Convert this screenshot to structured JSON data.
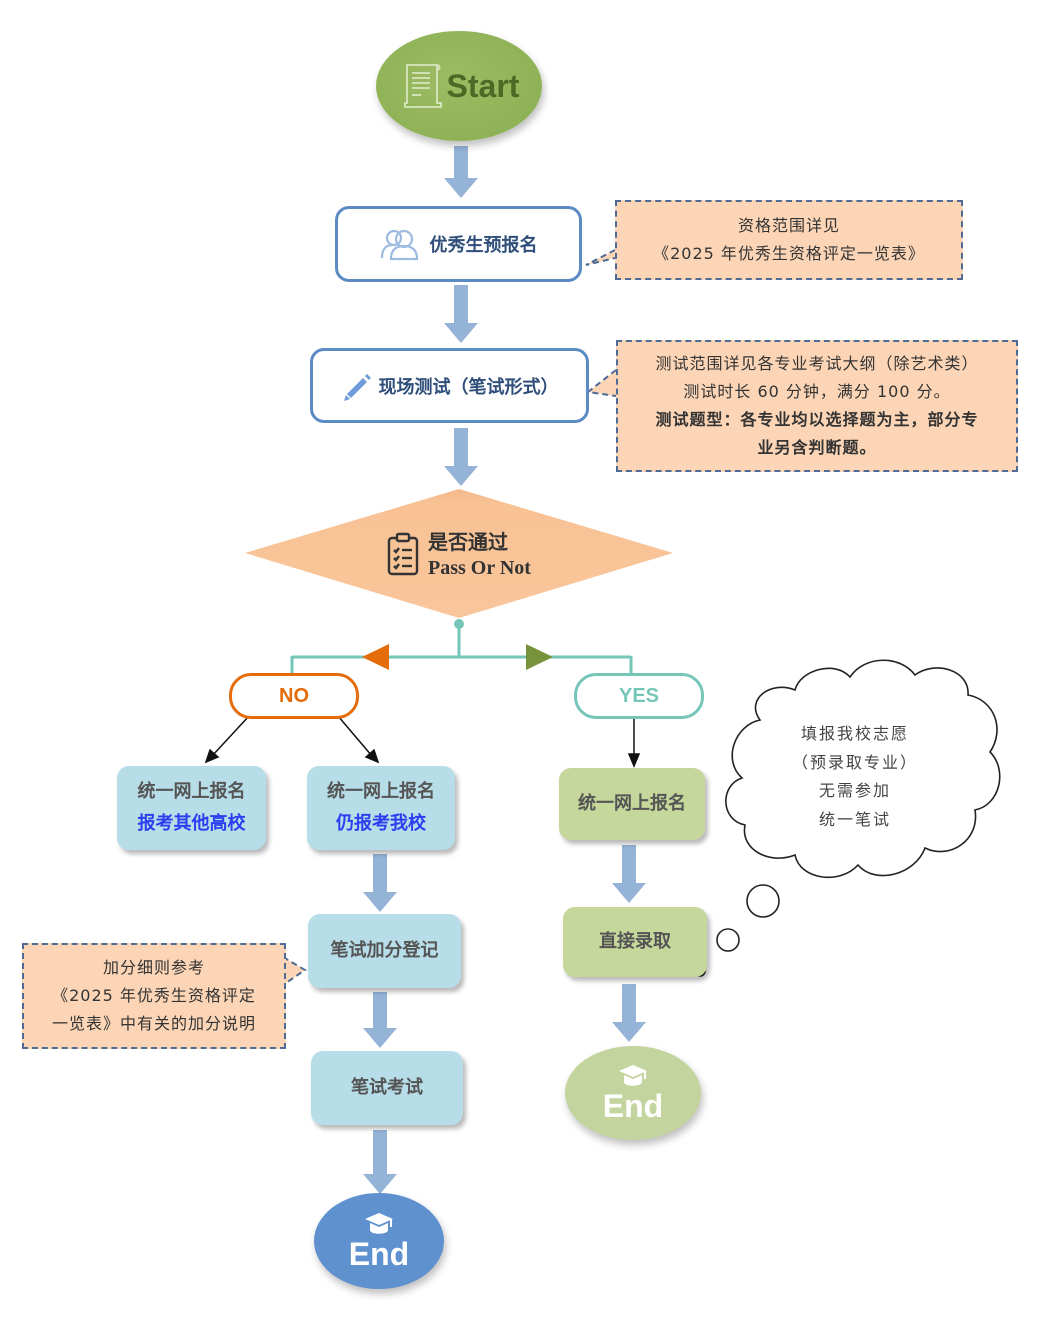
{
  "start": {
    "label": "Start",
    "icon": "scroll-document-icon"
  },
  "step_preregister": {
    "label": "优秀生预报名",
    "icon": "users-icon"
  },
  "note_preregister": {
    "lines": [
      "资格范围详见",
      "《2025 年优秀生资格评定一览表》"
    ]
  },
  "step_test": {
    "label": "现场测试（笔试形式）",
    "icon": "pencil-icon"
  },
  "note_test": {
    "lines": [
      "测试范围详见各专业考试大纲（除艺术类）",
      "测试时长 60 分钟，满分 100 分。"
    ],
    "bold_lines": [
      "测试题型：各专业均以选择题为主，部分专",
      "业另含判断题。"
    ]
  },
  "decision": {
    "label_cn": "是否通过",
    "label_en": "Pass Or Not",
    "icon": "checklist-icon"
  },
  "branch_no": {
    "label": "NO"
  },
  "branch_yes": {
    "label": "YES"
  },
  "no_left": {
    "line1": "统一网上报名",
    "line2": "报考其他高校"
  },
  "no_right": {
    "line1": "统一网上报名",
    "line2": "仍报考我校"
  },
  "bonus_register": {
    "label": "笔试加分登记"
  },
  "note_bonus": {
    "lines": [
      "加分细则参考",
      "《2025 年优秀生资格评定",
      "一览表》中有关的加分说明"
    ]
  },
  "written_exam": {
    "label": "笔试考试"
  },
  "end_no": {
    "label": "End",
    "icon": "graduation-cap-icon"
  },
  "yes_register": {
    "label": "统一网上报名"
  },
  "yes_admit": {
    "label": "直接录取"
  },
  "end_yes": {
    "label": "End",
    "icon": "graduation-cap-icon"
  },
  "cloud_note": {
    "lines": [
      "填报我校志愿",
      "（预录取专业）",
      "无需参加",
      "统一笔试"
    ]
  },
  "colors": {
    "start_green": "#8fb257",
    "box_border_blue": "#5b8ac4",
    "note_peach": "#fbd5b6",
    "decision_peach": "#f8c295",
    "no_orange": "#e46c0a",
    "yes_teal": "#75c6b8",
    "yes_arrow_green": "#77933c",
    "card_light_blue": "#b7dde8",
    "card_green": "#c5d79b",
    "arrow_blue": "#95b3d7",
    "end_blue": "#5f91cf",
    "emphasis_blue": "#2b3ff0"
  }
}
